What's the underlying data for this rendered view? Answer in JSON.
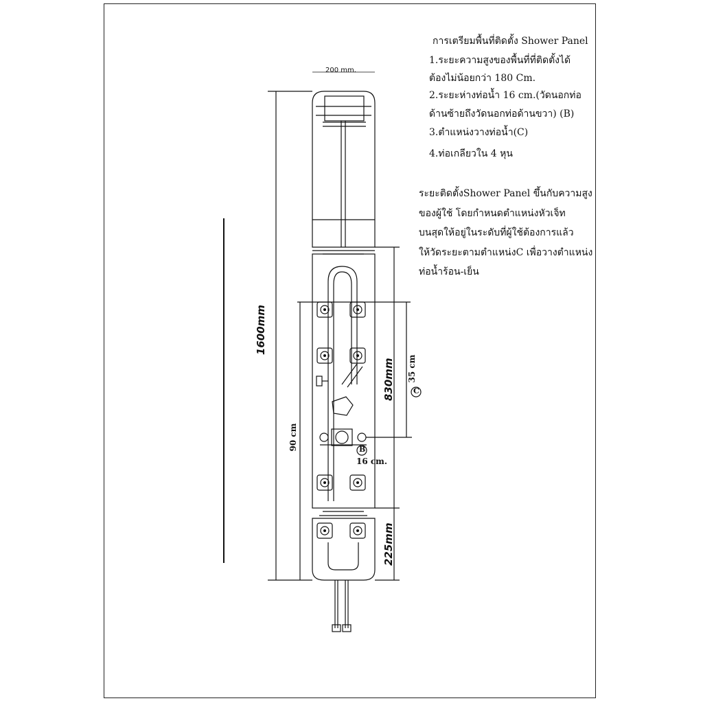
{
  "notes": {
    "heading": "การเตรียมพื้นที่ติดตั้ง Shower Panel",
    "item1_line1": "1.ระยะความสูงของพื้นที่ที่ติดตั้งได้",
    "item1_line2": "ต้องไม่น้อยกว่า 180 Cm.",
    "item2_line1": "2.ระยะห่างท่อน้ำ 16 cm.(วัดนอกท่อ",
    "item2_line2": "ด้านซ้ายถึงวัดนอกท่อด้านขวา) (B)",
    "item3": "3.ตำแหน่งวางท่อน้ำ(C)",
    "item4": "4.ท่อเกลียวใน 4 หุน"
  },
  "install_note": {
    "line1": "ระยะติดตั้งShower Panel ขึ้นกับความสูง",
    "line2": "ของผู้ใช้  โดยกำหนดตำแหน่งหัวเจ็ท",
    "line3": "บนสุดให้อยู่ในระดับที่ผู้ใช้ต้องการแล้ว",
    "line4": " ให้วัดระยะตามตำแหน่งC เพื่อวางตำแหน่ง",
    "line5": "ท่อน้ำร้อน-เย็น"
  },
  "dimensions": {
    "width_top": "200 mm.",
    "height_total": "1600mm",
    "height_mid": "830mm",
    "height_bottom": "225mm",
    "floor_height": "90 cm",
    "pipe_offset": "35 cm",
    "pipe_spacing": "16 cm.",
    "label_b": "B",
    "label_c": "C"
  }
}
